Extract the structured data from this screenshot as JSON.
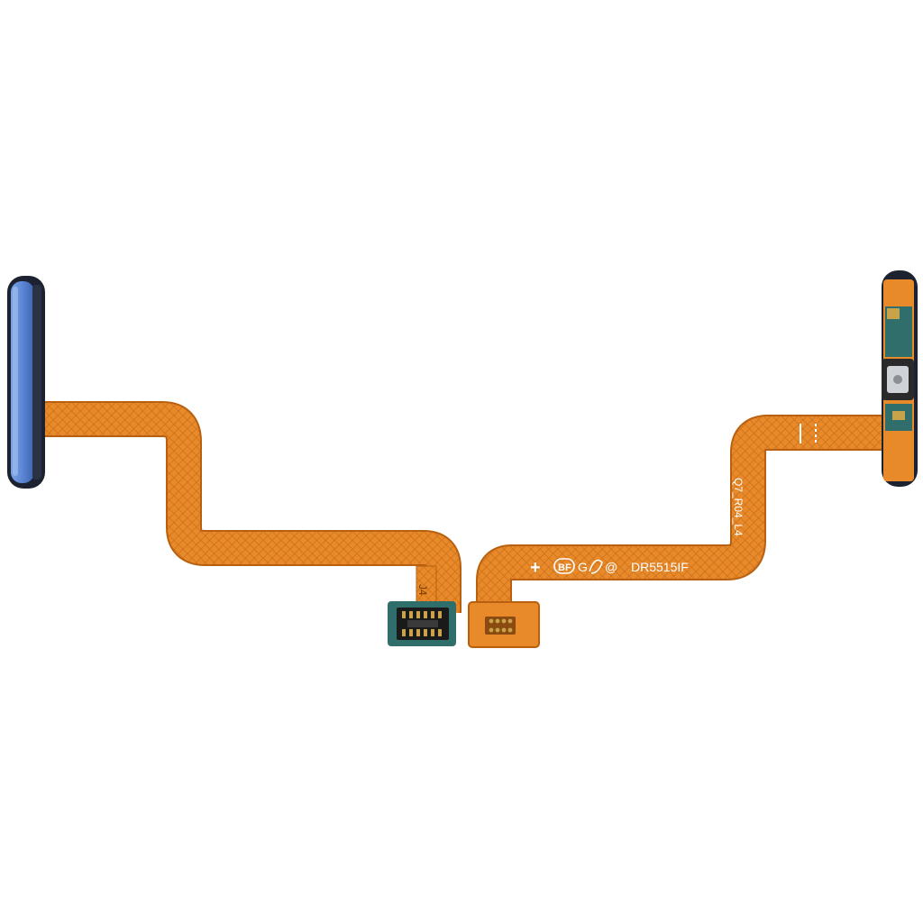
{
  "scene": {
    "background": "#ffffff",
    "subject": "fingerprint-sensor-flex-cable",
    "colors": {
      "flex": "#e8892a",
      "flex_dark": "#b8600f",
      "flex_light": "#f4a955",
      "button_blue": "#5b86d4",
      "button_edge": "#1c2230",
      "pcb_green": "#2f6e6a",
      "gold": "#c9a34a",
      "silk": "#ffffff"
    }
  },
  "labels": {
    "connector_ref": "J4",
    "part_number": "DR5515IF",
    "marks": "BF",
    "revision": "Q7_R04_L4"
  }
}
